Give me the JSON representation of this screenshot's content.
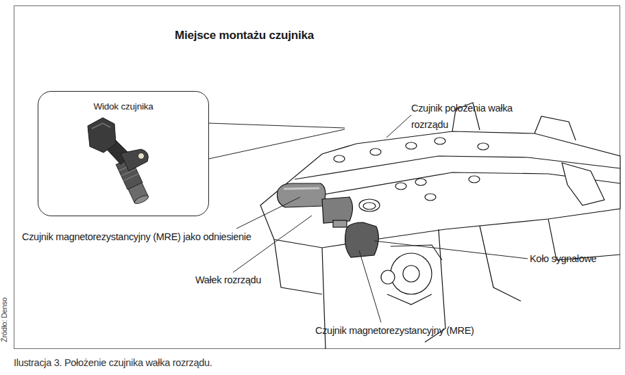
{
  "diagram": {
    "title": "Miejsce montażu czujnika",
    "caption": "Ilustracja 3. Położenie czujnika wałka rozrządu.",
    "nodes": [
      {
        "text": [
          "Widok czujnika"
        ]
      }
    ],
    "labels": [
      "Czujnik położenia wałka rozrządu",
      "Czujnik magnetorezystancyjny (MRE) jako odniesienie",
      "Koło sygnałowe",
      "Wałek rozrządu",
      "Czujnik magnetorezystancyjny (MRE)",
      "Źródło: Denso"
    ]
  }
}
